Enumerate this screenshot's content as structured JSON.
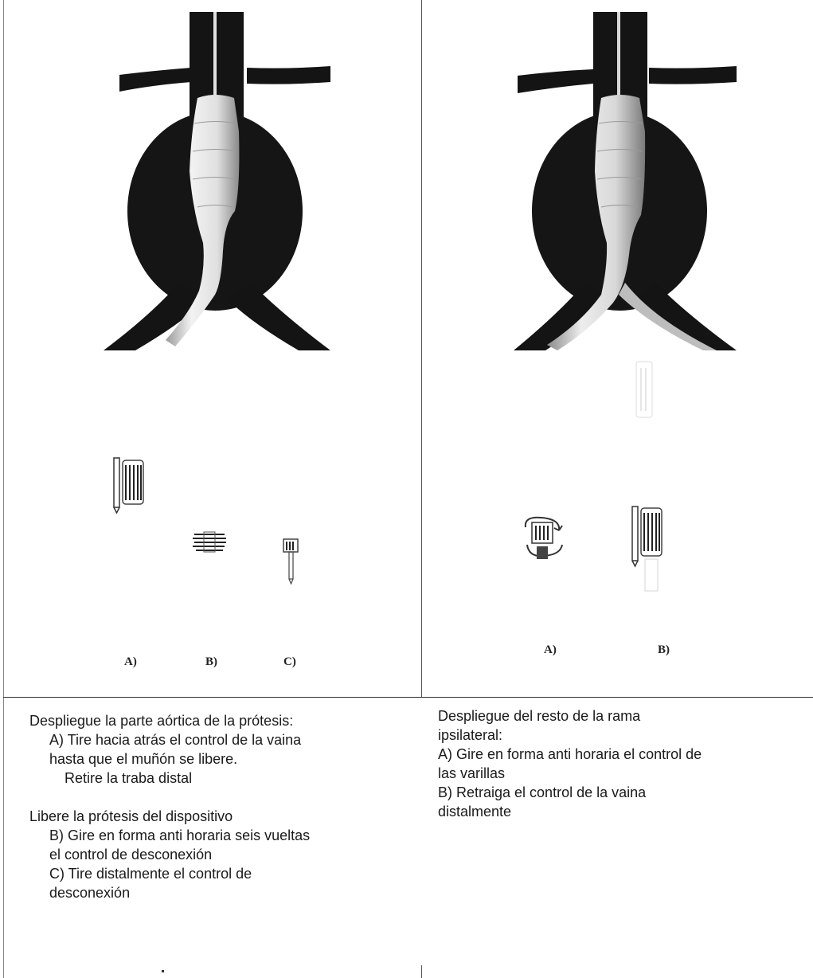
{
  "left_panel": {
    "step_labels": [
      "A)",
      "B)",
      "C)"
    ],
    "instructions": {
      "heading1": "Despliegue la parte aórtica de la prótesis:",
      "step_a_line1": "A) Tire hacia atrás el control de la vaina",
      "step_a_line2": "hasta que el muñón se libere.",
      "step_a_line3": "Retire la traba distal",
      "heading2": "Libere la prótesis del dispositivo",
      "step_b_line1": "B) Gire en forma anti horaria seis vueltas",
      "step_b_line2": "el control de desconexión",
      "step_c_line1": "C) Tire distalmente el control de",
      "step_c_line2": "desconexión"
    }
  },
  "right_panel": {
    "step_labels": [
      "A)",
      "B)"
    ],
    "instructions": {
      "heading_line1": "Despliegue del resto de la rama",
      "heading_line2": "ipsilateral:",
      "step_a_line1": "A) Gire en forma anti horaria el control de",
      "step_a_line2": "las varillas",
      "step_b_line1": "B) Retraiga el control de la vaina",
      "step_b_line2": "distalmente"
    }
  },
  "colors": {
    "vessel": "#141414",
    "stent_light": "#e6e6e6",
    "stent_mid": "#b4b4b4",
    "border": "#444444"
  }
}
